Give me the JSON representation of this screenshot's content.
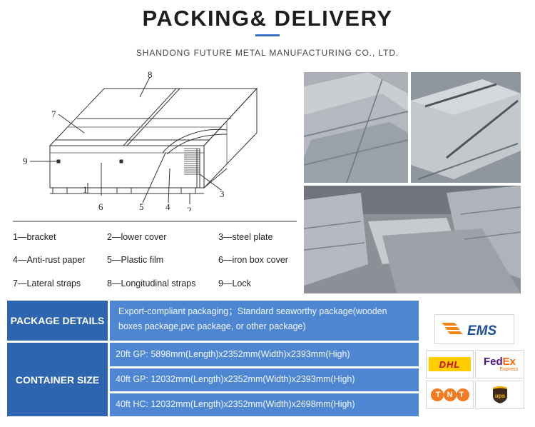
{
  "header": {
    "title": "PACKING& DELIVERY",
    "company": "SHANDONG FUTURE METAL MANUFACTURING CO., LTD."
  },
  "diagram": {
    "numbers": [
      "1",
      "2",
      "3",
      "4",
      "5",
      "6",
      "7",
      "8",
      "9"
    ]
  },
  "legend": [
    "1—bracket",
    "2—lower cover",
    "3—steel plate",
    "4—Anti-rust paper",
    "5—Plastic film",
    "6—iron box cover",
    "7—Lateral straps",
    "8—Longitudinal straps",
    "9—Lock"
  ],
  "package_details": {
    "label": "PACKAGE DETAILS",
    "text": "Export-compliant packaging；Standard seaworthy package(wooden boxes package,pvc package, or other package)"
  },
  "container_size": {
    "label": "CONTAINER SIZE",
    "rows": [
      "20ft GP: 5898mm(Length)x2352mm(Width)x2393mm(High)",
      "40ft GP: 12032mm(Length)x2352mm(Width)x2393mm(High)",
      "40ft HC: 12032mm(Length)x2352mm(Width)x2698mm(High)"
    ]
  },
  "couriers": {
    "ems": "EMS",
    "dhl": "DHL",
    "fedex_fed": "Fed",
    "fedex_ex": "Ex",
    "fedex_sub": "Express",
    "tnt": "TNT",
    "ups": "ups"
  },
  "colors": {
    "accent_blue": "#2e65b1",
    "cell_blue": "#4e86d2",
    "ems_orange": "#f08519",
    "ems_blue": "#1f4e9d",
    "dhl_red": "#d40511",
    "dhl_yellow": "#ffcc00",
    "fedex_purple": "#4d148c",
    "fedex_orange": "#ff6600",
    "tnt_orange": "#f47b20",
    "ups_brown": "#3e2a1a"
  }
}
